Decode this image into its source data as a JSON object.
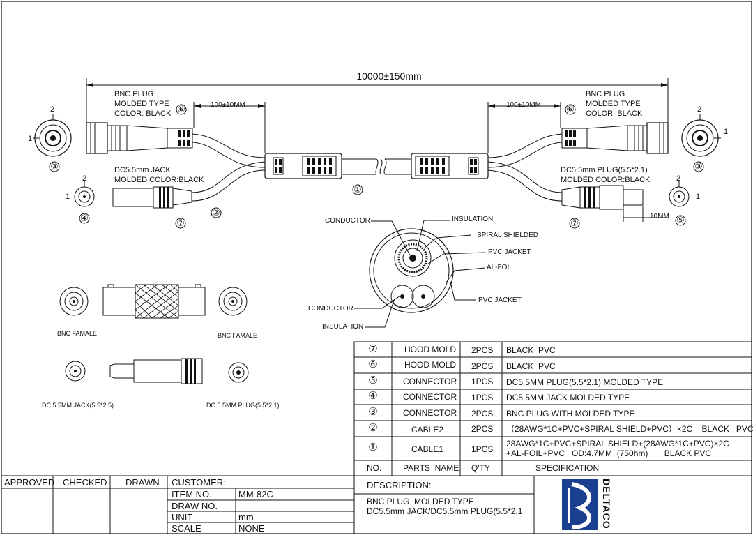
{
  "dimension": {
    "overall_length": "10000±150mm",
    "left_branch": "100±10MM",
    "right_branch": "100±10MM",
    "plug_tip": "10MM"
  },
  "callouts": {
    "left_bnc": "BNC PLUG\nMOLDED TYPE\nCOLOR: BLACK",
    "right_bnc": "BNC PLUG\nMOLDED TYPE\nCOLOR: BLACK",
    "left_dc": "DC5.5mm JACK\nMOLDED COLOR:BLACK",
    "right_dc": "DC5.5mm PLUG(5.5*2.1)\nMOLDED COLOR:BLACK"
  },
  "end_views": {
    "pin1": "1",
    "pin2": "2"
  },
  "markers": [
    "①",
    "②",
    "③",
    "④",
    "⑤",
    "⑥",
    "⑦"
  ],
  "cross_section": {
    "conductor_top": "CONDUCTOR",
    "insulation_top": "INSULATION",
    "spiral": "SPIRAL SHIELDED",
    "pvc_inner": "PVC JACKET",
    "foil": "AL-FOIL",
    "pvc_outer": "PVC JACKET",
    "conductor_bottom": "CONDUCTOR",
    "insulation_bottom": "INSULATION"
  },
  "parts_illustrations": {
    "bnc_female_left": "BNC FAMALE",
    "bnc_female_right": "BNC FAMALE",
    "dc_jack": "DC 5.5MM JACK(5.5*2.5)",
    "dc_plug": "DC 5.5MM PLUG(5.5*2.1)"
  },
  "bom": {
    "rows": [
      {
        "no": "⑦",
        "name": "HOOD MOLD",
        "qty": "2PCS",
        "spec": "BLACK  PVC"
      },
      {
        "no": "⑥",
        "name": "HOOD MOLD",
        "qty": "2PCS",
        "spec": "BLACK  PVC"
      },
      {
        "no": "⑤",
        "name": "CONNECTOR",
        "qty": "1PCS",
        "spec": "DC5.5MM PLUG(5.5*2.1) MOLDED TYPE"
      },
      {
        "no": "④",
        "name": "CONNECTOR",
        "qty": "1PCS",
        "spec": "DC5.5MM JACK MOLDED TYPE"
      },
      {
        "no": "③",
        "name": "CONNECTOR",
        "qty": "2PCS",
        "spec": "BNC PLUG WITH MOLDED TYPE"
      },
      {
        "no": "②",
        "name": "CABLE2",
        "qty": "2PCS",
        "spec": "（28AWG*1C+PVC+SPIRAL SHIELD+PVC）×2C    BLACK   PVC"
      },
      {
        "no": "①",
        "name": "CABLE1",
        "qty": "1PCS",
        "spec": "28AWG*1C+PVC+SPIRAL SHIELD+(28AWG*1C+PVC)×2C\n+AL-FOIL+PVC   OD:4.7MM  (750hm)       BLACK PVC"
      }
    ],
    "headers": {
      "no": "NO.",
      "name": "PARTS  NAME",
      "qty": "Q'TY",
      "spec": "SPECIFICATION"
    }
  },
  "title_block": {
    "approved": "APPROVED",
    "checked": "CHECKED",
    "drawn": "DRAWN",
    "customer": "CUSTOMER:",
    "item_no_label": "ITEM NO.",
    "item_no": "MM-82C",
    "draw_no_label": "DRAW NO.",
    "unit_label": "UNIT",
    "unit": "mm",
    "scale_label": "SCALE",
    "scale": "NONE",
    "description_label": "DESCRIPTION:",
    "description": "BNC PLUG  MOLDED TYPE\nDC5.5mm JACK/DC5.5mm PLUG(5.5*2.1",
    "brand": "DELTACO",
    "brand_color": "#1a3f8f"
  }
}
